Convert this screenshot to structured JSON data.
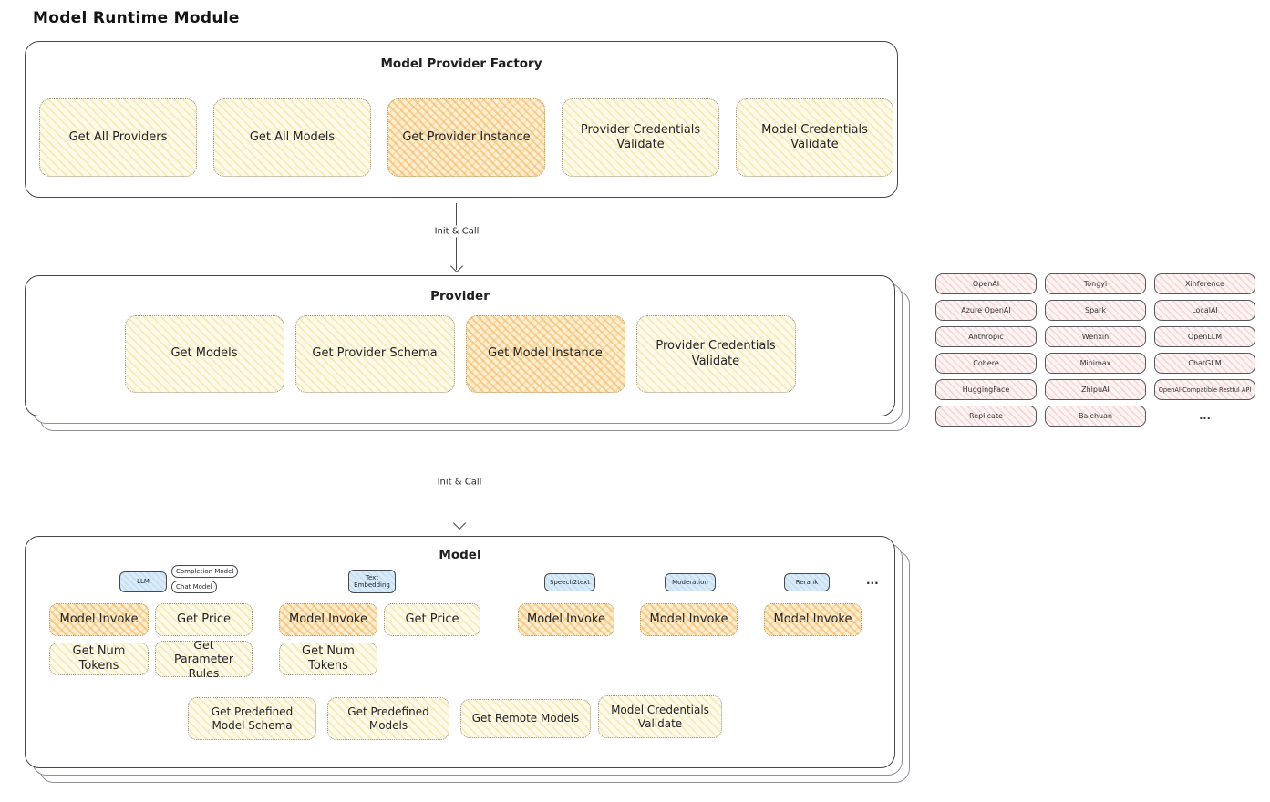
{
  "title": "Model Runtime Module",
  "arrows": {
    "top_label": "Init & Call",
    "bottom_label": "Init & Call"
  },
  "factory": {
    "label": "Model Provider Factory",
    "items": [
      {
        "label": "Get All Providers"
      },
      {
        "label": "Get All Models"
      },
      {
        "label": "Get Provider Instance"
      },
      {
        "label": "Provider Credentials Validate"
      },
      {
        "label": "Model Credentials Validate"
      }
    ]
  },
  "provider": {
    "label": "Provider",
    "items": [
      {
        "label": "Get Models"
      },
      {
        "label": "Get Provider Schema"
      },
      {
        "label": "Get Model Instance"
      },
      {
        "label": "Provider Credentials Validate"
      }
    ]
  },
  "providers_grid": {
    "items": [
      "OpenAI",
      "Tongyi",
      "Xinference",
      "Azure OpenAI",
      "Spark",
      "LocalAI",
      "Anthropic",
      "Wenxin",
      "OpenLLM",
      "Cohere",
      "Minimax",
      "ChatGLM",
      "HuggingFace",
      "ZhipuAI",
      "OpenAI-Compatible Restful API",
      "Replicate",
      "Baichuan"
    ],
    "more": "..."
  },
  "model": {
    "label": "Model",
    "tags": {
      "llm": "LLM",
      "completion": "Completion Model",
      "chat": "Chat Model",
      "text_embedding": "Text Embedding",
      "speech2text": "Speech2text",
      "moderation": "Moderation",
      "rerank": "Rerank",
      "more": "..."
    },
    "llm_ops": {
      "invoke": "Model Invoke",
      "price": "Get Price",
      "tokens": "Get Num Tokens",
      "rules": "Get Parameter Rules"
    },
    "embedding_ops": {
      "invoke": "Model Invoke",
      "price": "Get Price",
      "tokens": "Get Num Tokens"
    },
    "speech2text_ops": {
      "invoke": "Model Invoke"
    },
    "moderation_ops": {
      "invoke": "Model Invoke"
    },
    "rerank_ops": {
      "invoke": "Model Invoke"
    },
    "common_ops": [
      {
        "label": "Get Predefined Model Schema"
      },
      {
        "label": "Get Predefined Models"
      },
      {
        "label": "Get Remote Models"
      },
      {
        "label": "Model Credentials Validate"
      }
    ]
  },
  "colors": {
    "yellow_fill": "#fefae9",
    "yellow_hatch": "#f0d88c",
    "orange_fill": "#fcefcf",
    "orange_hatch": "#f3b05c",
    "pink_fill": "#fdf4f4",
    "pink_hatch": "#f2b8b6",
    "blue_fill": "#d9eaf8",
    "ink": "#1f1f1f"
  }
}
